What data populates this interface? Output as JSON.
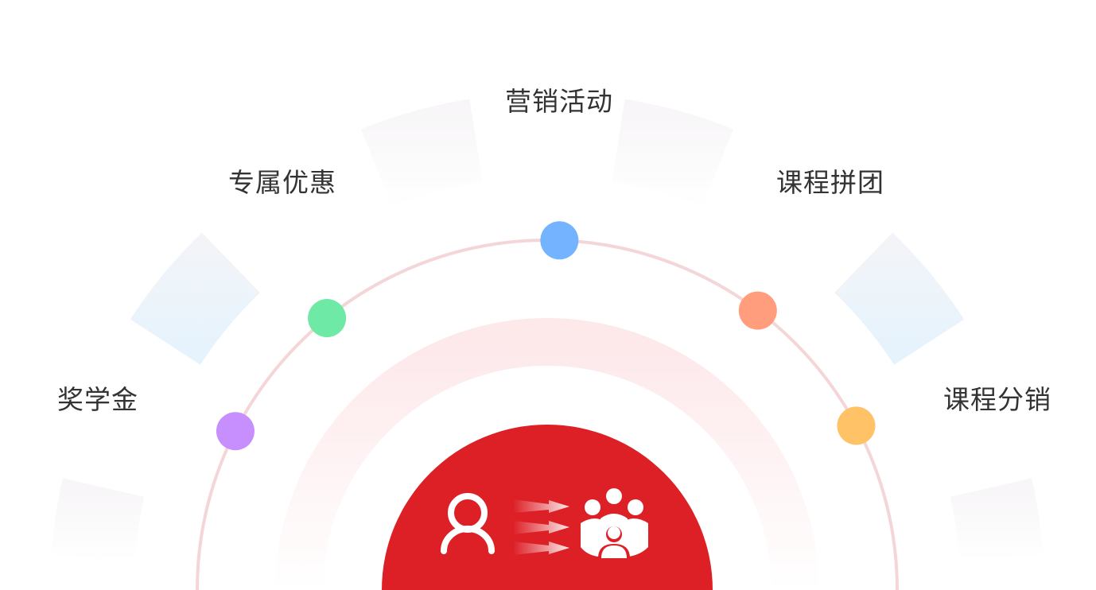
{
  "center": {
    "icon_left": "person-icon",
    "icon_arrows": "arrows-icon",
    "icon_right": "group-icon",
    "color": "#dd1f26"
  },
  "items": [
    {
      "label": "奖学金",
      "color": "#c78ffd"
    },
    {
      "label": "专属优惠",
      "color": "#6fe9a6"
    },
    {
      "label": "营销活动",
      "color": "#74b3ff"
    },
    {
      "label": "课程拼团",
      "color": "#ff9d7d"
    },
    {
      "label": "课程分销",
      "color": "#ffc266"
    }
  ]
}
